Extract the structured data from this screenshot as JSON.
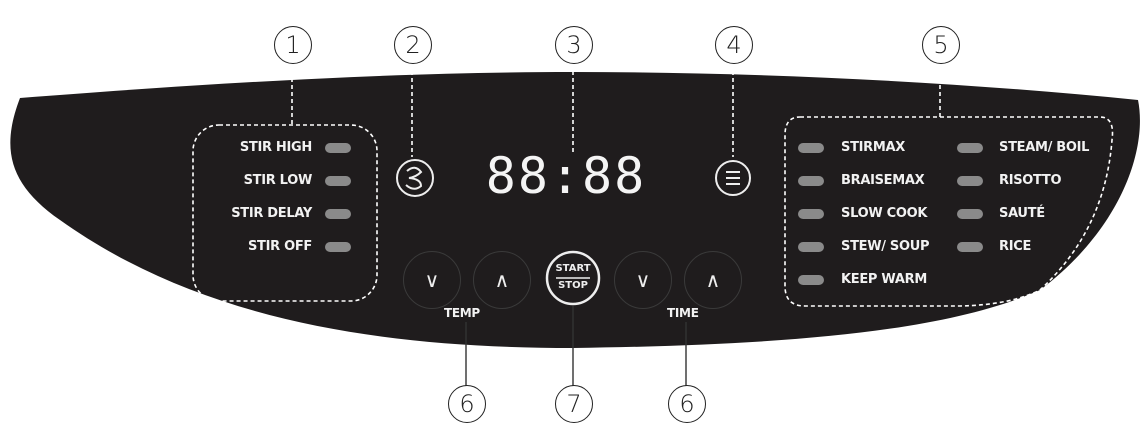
{
  "callouts": {
    "c1": "1",
    "c2": "2",
    "c3": "3",
    "c4": "4",
    "c5": "5",
    "c6a": "6",
    "c7": "7",
    "c6b": "6"
  },
  "stir_modes": [
    "STIR HIGH",
    "STIR LOW",
    "STIR DELAY",
    "STIR OFF"
  ],
  "display": {
    "value": "88:88"
  },
  "cook_modes_left": [
    "STIRMAX",
    "BRAISEMAX",
    "SLOW COOK",
    "STEW/ SOUP",
    "KEEP WARM"
  ],
  "cook_modes_right": [
    "STEAM/ BOIL",
    "RISOTTO",
    "SAUTÉ",
    "RICE"
  ],
  "buttons": {
    "start": "START",
    "stop": "STOP",
    "temp_label": "TEMP",
    "time_label": "TIME"
  },
  "icons": {
    "stir": "stir-icon",
    "menu": "menu-icon",
    "down": "chevron-down-icon",
    "up": "chevron-up-icon"
  },
  "colors": {
    "panel": "#1f1c1d",
    "led": "#8a8a8a",
    "text": "#f2f2f2"
  }
}
